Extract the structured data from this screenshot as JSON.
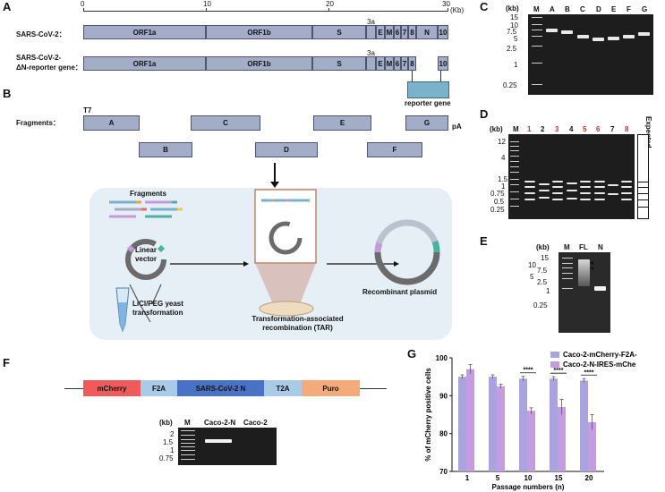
{
  "panels": {
    "A": "A",
    "B": "B",
    "C": "C",
    "D": "D",
    "E": "E",
    "F": "F",
    "G": "G"
  },
  "A": {
    "scale_ticks": [
      "0",
      "10",
      "20",
      "30"
    ],
    "scale_unit": "(Kb)",
    "row1_label": "SARS-CoV-2：",
    "row2_label_line1": "SARS-CoV-2-",
    "row2_label_line2": "ΔN-reporter gene：",
    "genes": [
      "ORF1a",
      "ORF1b",
      "S",
      "3a",
      "E",
      "M",
      "6",
      "7",
      "8",
      "N",
      "10"
    ],
    "reporter": "reporter gene"
  },
  "B": {
    "fragments_label": "Fragments：",
    "t7": "T7",
    "pa": "pA",
    "fragments": [
      "A",
      "B",
      "C",
      "D",
      "E",
      "F",
      "G"
    ],
    "fragments_title": "Fragments",
    "linear_vector": "Linear vector",
    "yeast": "LiCl/PEG yeast transformation",
    "tar": "Transformation-associated recombination (TAR)",
    "plasmid": "Recombinant plasmid"
  },
  "C": {
    "unit": "(kb)",
    "lanes": [
      "M",
      "A",
      "B",
      "C",
      "D",
      "E",
      "F",
      "G"
    ],
    "ticks": [
      "15",
      "10",
      "7.5",
      "5",
      "2.5",
      "1",
      "0.25"
    ]
  },
  "D": {
    "unit": "(kb)",
    "lanes": [
      "M",
      "1",
      "2",
      "3",
      "4",
      "5",
      "6",
      "7",
      "8"
    ],
    "red_lanes": [
      "1",
      "3",
      "5",
      "6",
      "8"
    ],
    "expected": "Expected",
    "ticks": [
      "12",
      "4",
      "1.5",
      "1",
      "0.75",
      "0.5",
      "0.25"
    ]
  },
  "E": {
    "unit": "(kb)",
    "lanes": [
      "M",
      "FL",
      "N"
    ],
    "ticks": [
      "15",
      "10",
      "7.5",
      "5",
      "2.5",
      "1",
      "0.25"
    ]
  },
  "F": {
    "construct": [
      "mCherry",
      "F2A",
      "SARS-CoV-2 N",
      "T2A",
      "Puro"
    ],
    "construct_colors": [
      "#ef5a5a",
      "#a9cbe8",
      "#4a72c4",
      "#a9cbe8",
      "#f4ab7c"
    ],
    "unit": "(kb)",
    "lanes": [
      "M",
      "Caco-2-N",
      "Caco-2"
    ],
    "ticks": [
      "2",
      "1.5",
      "1",
      "0.75"
    ]
  },
  "G": {
    "chart_data": {
      "type": "bar",
      "categories": [
        "1",
        "5",
        "10",
        "15",
        "20"
      ],
      "series": [
        {
          "name": "Caco-2-mCherry-F2A-",
          "color": "#a9a3de",
          "values": [
            95,
            95,
            94.5,
            94.5,
            94
          ],
          "errors": [
            0.5,
            0.5,
            0.6,
            0.5,
            0.5
          ]
        },
        {
          "name": "Caco-2-N-IRES-mChe",
          "color": "#c79be0",
          "values": [
            97,
            92.5,
            86,
            87,
            83
          ],
          "errors": [
            1.2,
            0.5,
            0.8,
            2.0,
            2.0
          ]
        }
      ],
      "significance": [
        "",
        "",
        "****",
        "****",
        "****"
      ],
      "xlabel": "Passage numbers (n)",
      "ylabel": "% of mCherry positive cells",
      "ylim": [
        70,
        100
      ],
      "yticks": [
        "70",
        "80",
        "90",
        "100"
      ],
      "legend_position": "top-right"
    }
  }
}
